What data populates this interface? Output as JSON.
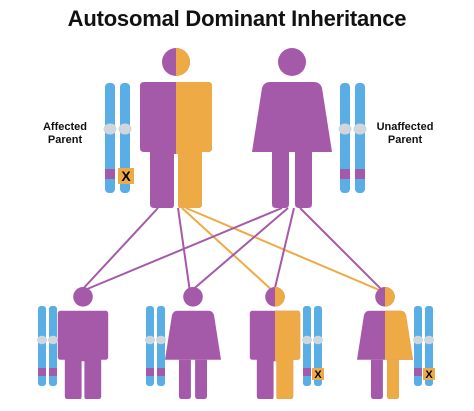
{
  "title": "Autosomal Dominant Inheritance",
  "parents": {
    "affected": {
      "label_line1": "Affected",
      "label_line2": "Parent",
      "allele_mark": "X"
    },
    "unaffected": {
      "label_line1": "Unaffected",
      "label_line2": "Parent"
    }
  },
  "children": [
    {
      "sex": "male",
      "affected": false
    },
    {
      "sex": "female",
      "affected": false
    },
    {
      "sex": "male",
      "affected": true,
      "allele_mark": "X"
    },
    {
      "sex": "female",
      "affected": true,
      "allele_mark": "X"
    }
  ],
  "colors": {
    "unaffected_body": "#a45aa8",
    "affected_allele": "#eeaa44",
    "chromosome_blue": "#5aaee6",
    "chromosome_band": "#a45aa8",
    "centromere": "#cfd6dc",
    "line_purple": "#a45aa8",
    "line_orange": "#eeaa44"
  }
}
